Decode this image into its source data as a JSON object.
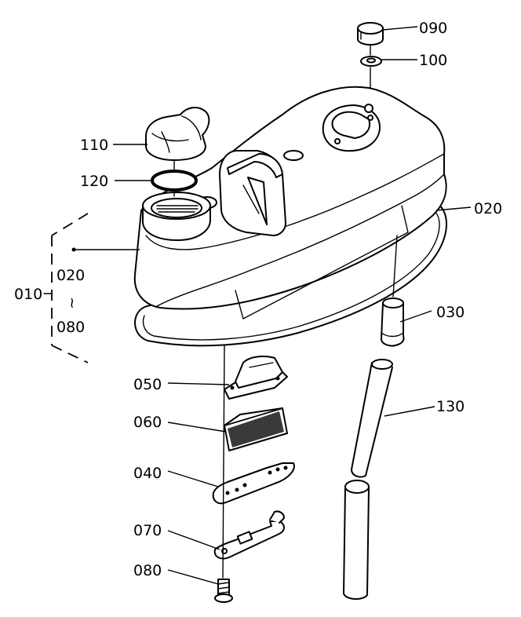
{
  "labels": {
    "p090": "090",
    "p100": "100",
    "p110": "110",
    "p120": "120",
    "p020": "020",
    "p010": "010",
    "p020b": "020",
    "tilde": "~",
    "p080b": "080",
    "p030": "030",
    "p050": "050",
    "p130": "130",
    "p060": "060",
    "p040": "040",
    "p070": "070",
    "p080": "080"
  },
  "colors": {
    "ink": "#000000",
    "paper": "#ffffff"
  }
}
